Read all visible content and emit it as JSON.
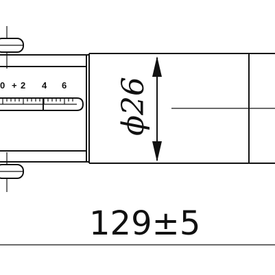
{
  "scale": {
    "labels": [
      "0",
      "+",
      "2",
      "4",
      "6"
    ]
  },
  "diameter_label": "ϕ26",
  "length_label": "129±5"
}
